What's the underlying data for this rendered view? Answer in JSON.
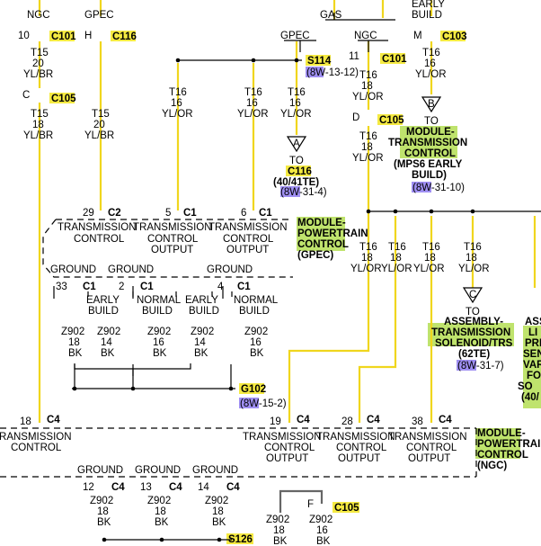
{
  "headers": {
    "ngc": "NGC",
    "gpec": "GPEC",
    "gas": "GAS",
    "early": "EARLY",
    "build": "BUILD"
  },
  "common": {
    "t15": "T15",
    "t16": "T16",
    "z902": "Z902",
    "n20": "20",
    "n18": "18",
    "n16": "16",
    "n14": "14",
    "ylbr": "YL/BR",
    "ylor": "YL/OR",
    "bk": "BK",
    "to": "TO",
    "ground": "GROUND",
    "trans": "TRANSMISSION",
    "control": "CONTROL",
    "output": "OUTPUT",
    "early": "EARLY",
    "normal": "NORMAL",
    "build": "BUILD"
  },
  "pins": {
    "p10": "10",
    "h": "H",
    "c": "C",
    "m": "M",
    "p11": "11",
    "d": "D",
    "f": "F",
    "p29": "29",
    "p5": "5",
    "p6": "6",
    "p33": "33",
    "p2": "2",
    "p4": "4",
    "p18": "18",
    "p19": "19",
    "p28": "28",
    "p38": "38",
    "p12": "12",
    "p13": "13",
    "p14": "14"
  },
  "connectors": {
    "c101": "C101",
    "c116": "C116",
    "c105": "C105",
    "c103": "C103",
    "s114": "S114",
    "c2": "C2",
    "c1": "C1",
    "c4": "C4",
    "g102": "G102",
    "s126": "S126"
  },
  "refs": {
    "r12": "(8W-13-12)",
    "r14": "(8W-31-4)",
    "r10": "(8W-31-10)",
    "r7": "(8W-31-7)",
    "r2": "(8W-15-2)"
  },
  "markers": {
    "a": "A",
    "b": "B",
    "c": "C"
  },
  "mod": {
    "a_c116": "C116",
    "a_type": "(40/41TE)",
    "module": "MODULE-",
    "trans": "TRANSMISSION",
    "control": "CONTROL",
    "mps6": "(MPS6 EARLY",
    "build": "BUILD)",
    "powertrain": "POWERTRAIN",
    "gpec": "(GPEC)",
    "ngc": "(NGC)",
    "asm": "ASSEMBLY-",
    "solen": "SOLENOID/TRS",
    "te62": "(62TE)",
    "asse": "ASSE",
    "li": "LI",
    "pre": "PRE",
    "sen": "SEN",
    "var": "VAR",
    "fo": "FO",
    "so": "SO",
    "te40": "(40/"
  }
}
